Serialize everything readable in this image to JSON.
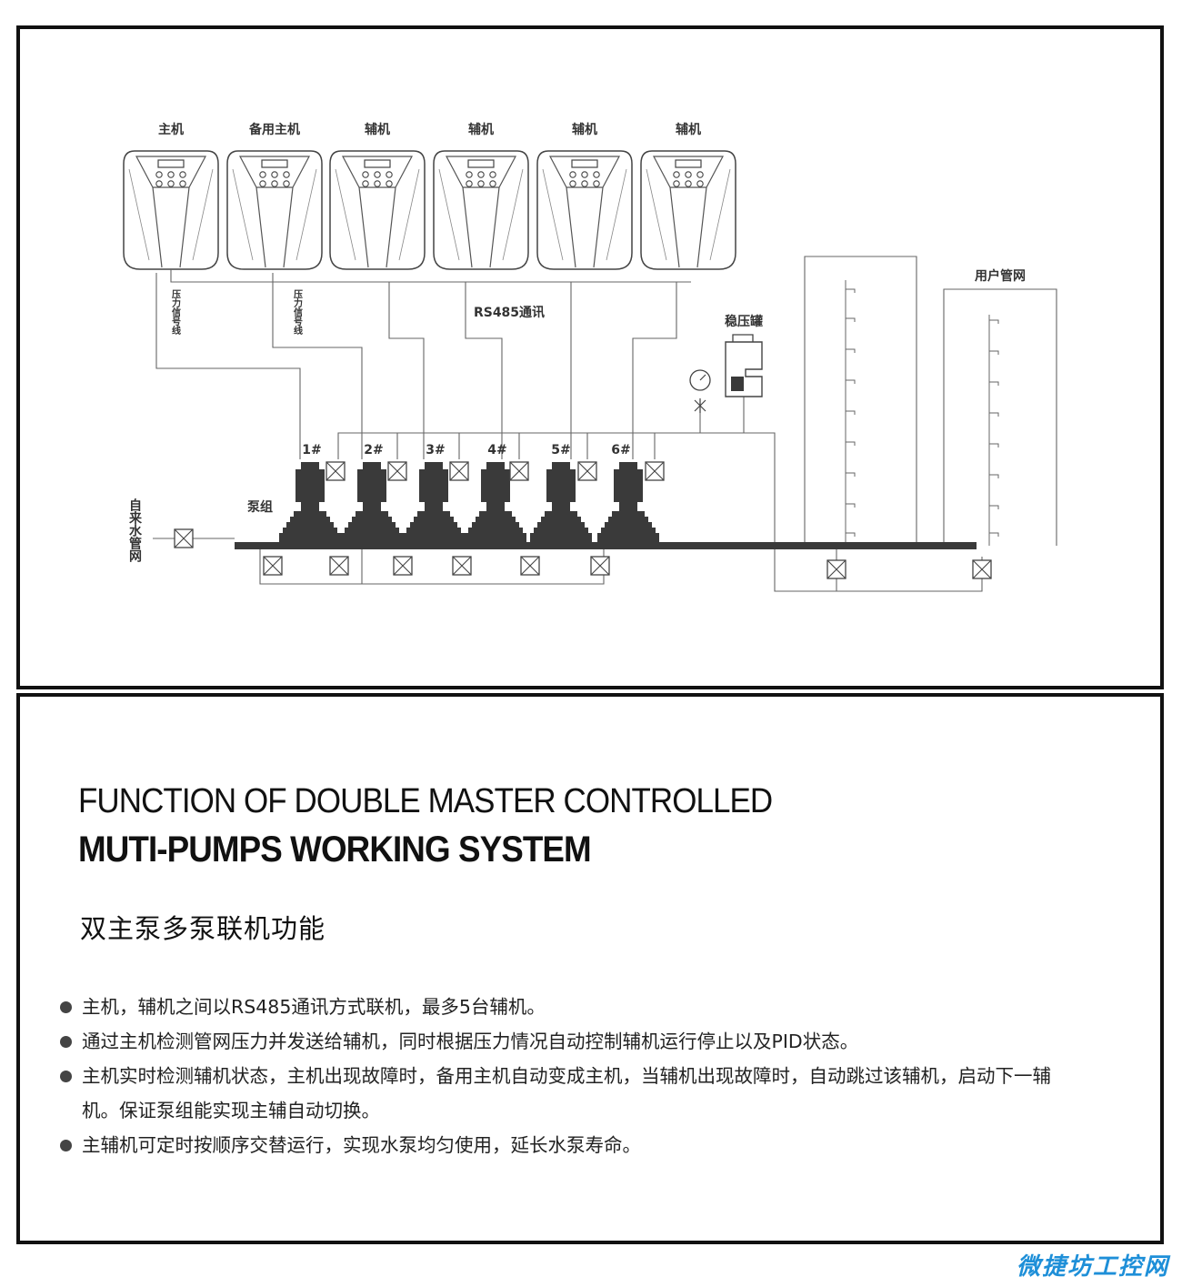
{
  "diagram": {
    "controllers": [
      {
        "label": "主机"
      },
      {
        "label": "备用主机"
      },
      {
        "label": "辅机"
      },
      {
        "label": "辅机"
      },
      {
        "label": "辅机"
      },
      {
        "label": "辅机"
      }
    ],
    "signal_line_label_1": "压力信号线",
    "signal_line_label_2": "压力信号线",
    "rs485_label": "RS485通讯",
    "tank_label": "稳压罐",
    "user_network_label": "用户管网",
    "pump_group_label": "泵组",
    "water_inlet_label": "自来水管网",
    "pumps": [
      "1#",
      "2#",
      "3#",
      "4#",
      "5#",
      "6#"
    ]
  },
  "text": {
    "title_line1": "FUNCTION OF DOUBLE MASTER CONTROLLED",
    "title_line2": "MUTI-PUMPS WORKING SYSTEM",
    "subtitle": "双主泵多泵联机功能",
    "bullets": [
      "主机，辅机之间以RS485通讯方式联机，最多5台辅机。",
      "通过主机检测管网压力并发送给辅机，同时根据压力情况自动控制辅机运行停止以及PID状态。",
      "主机实时检测辅机状态，主机出现故障时，备用主机自动变成主机，当辅机出现故障时，自动跳过该辅机，启动下一辅机。保证泵组能实现主辅自动切换。",
      "主辅机可定时按顺序交替运行，实现水泵均匀使用，延长水泵寿命。"
    ]
  },
  "watermark": "微捷坊工控网",
  "colors": {
    "frame": "#111111",
    "pump": "#3a3a3a",
    "line": "#555555",
    "watermark": "#1e8fd8"
  }
}
